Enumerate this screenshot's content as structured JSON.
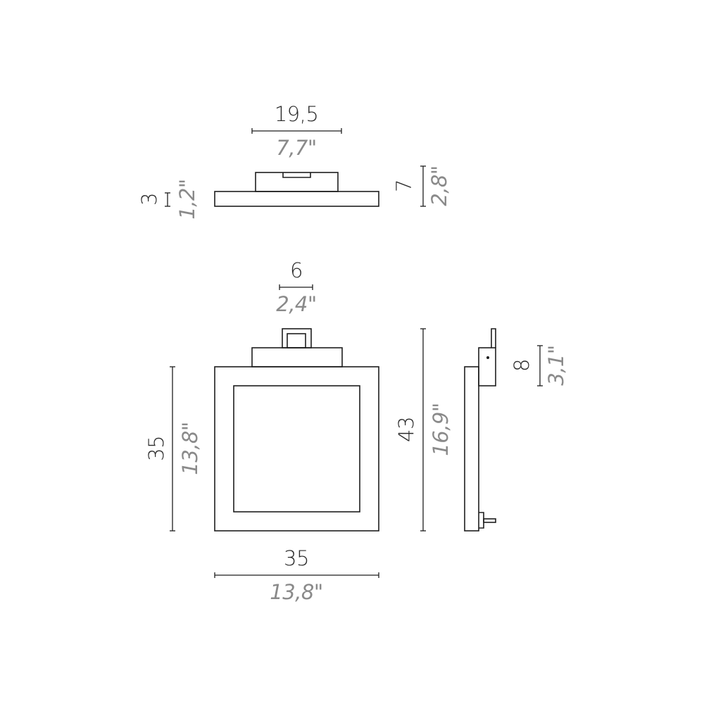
{
  "dimensions": {
    "top_width": {
      "metric": "19,5",
      "imperial": "7,7\""
    },
    "top_plate_thickness": {
      "metric": "3",
      "imperial": "1,2\""
    },
    "top_total_depth": {
      "metric": "7",
      "imperial": "2,8\""
    },
    "bracket_width": {
      "metric": "6",
      "imperial": "2,4\""
    },
    "front_height": {
      "metric": "35",
      "imperial": "13,8\""
    },
    "total_height": {
      "metric": "43",
      "imperial": "16,9\""
    },
    "front_width": {
      "metric": "35",
      "imperial": "13,8\""
    },
    "side_bracket_height": {
      "metric": "8",
      "imperial": "3,1\""
    }
  },
  "colors": {
    "line": "#1e1e1e",
    "metric_text": "#2a2a2a",
    "imperial_text": "#8a8a8a"
  }
}
